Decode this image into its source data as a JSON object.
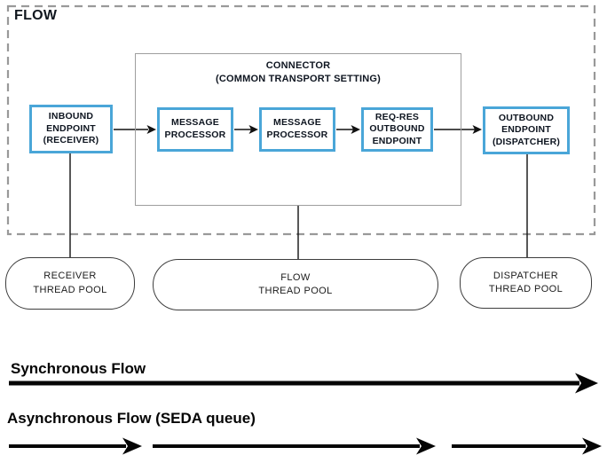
{
  "frame": {
    "label": "FLOW"
  },
  "connector": {
    "title": "CONNECTOR\n(COMMON TRANSPORT SETTING)"
  },
  "nodes": {
    "inbound": {
      "label": "INBOUND\nENDPOINT\n(RECEIVER)"
    },
    "mp1": {
      "label": "MESSAGE\nPROCESSOR"
    },
    "mp2": {
      "label": "MESSAGE\nPROCESSOR"
    },
    "reqres": {
      "label": "REQ-RES\nOUTBOUND\nENDPOINT"
    },
    "outbound": {
      "label": "OUTBOUND\nENDPOINT\n(DISPATCHER)"
    }
  },
  "pools": {
    "receiver": {
      "label": "RECEIVER\nTHREAD POOL"
    },
    "flow": {
      "label": "FLOW\nTHREAD POOL"
    },
    "dispatcher": {
      "label": "DISPATCHER\nTHREAD POOL"
    }
  },
  "legend": {
    "sync_label": "Synchronous Flow",
    "async_label": "Asynchronous Flow (SEDA queue)"
  },
  "colors": {
    "endpoint_border": "#4AA6D8",
    "frame_dash": "#999999",
    "connector_border": "#9e9e9e",
    "line": "#111111"
  }
}
